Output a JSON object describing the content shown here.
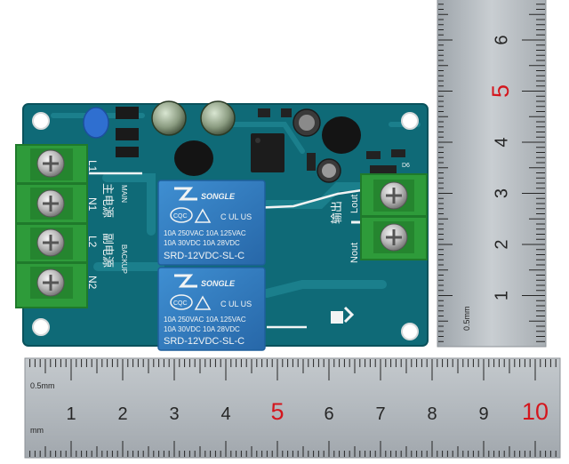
{
  "colors": {
    "pcb": "#0f6a77",
    "pcb_dark": "#0a525c",
    "trace": "#1b7f8c",
    "terminal": "#2e9b3a",
    "terminal_dark": "#1f7a2b",
    "relay": "#2f7fc4",
    "relay_dark": "#1f5f9c",
    "ruler": "#b8bec4",
    "ruler_mark": "#262626",
    "ruler_red": "#d4161d",
    "silkscreen": "#f2f4f4"
  },
  "board": {
    "input_labels": {
      "l1": "L1",
      "n1": "N1",
      "main_cn": "主电源",
      "main_en": "MAIN",
      "l2": "L2",
      "n2": "N2",
      "backup_cn": "副电源",
      "backup_en": "BACKUP"
    },
    "output_labels": {
      "cn": "输出",
      "lout": "Lout",
      "nout": "Nout"
    },
    "component_labels": {
      "d6": "D6"
    },
    "relays": [
      {
        "brand": "SONGLE",
        "cert_cqc": "CQC",
        "cert_ul": "C UL US",
        "spec_1": "10A 250VAC  10A 125VAC",
        "spec_2": "10A  30VDC  10A  28VDC",
        "model": "SRD-12VDC-SL-C"
      },
      {
        "brand": "SONGLE",
        "cert_cqc": "CQC",
        "cert_ul": "C UL US",
        "spec_1": "10A 250VAC  10A 125VAC",
        "spec_2": "10A  30VDC  10A  28VDC",
        "model": "SRD-12VDC-SL-C"
      }
    ]
  },
  "ruler_vertical": {
    "numbers": [
      "6",
      "5",
      "4",
      "3",
      "2",
      "1"
    ],
    "unit": "0.5mm"
  },
  "ruler_horizontal": {
    "numbers": [
      "1",
      "2",
      "3",
      "4",
      "5",
      "6",
      "7",
      "8",
      "9",
      "10"
    ],
    "unit_top": "0.5mm",
    "unit_bottom": "mm"
  }
}
